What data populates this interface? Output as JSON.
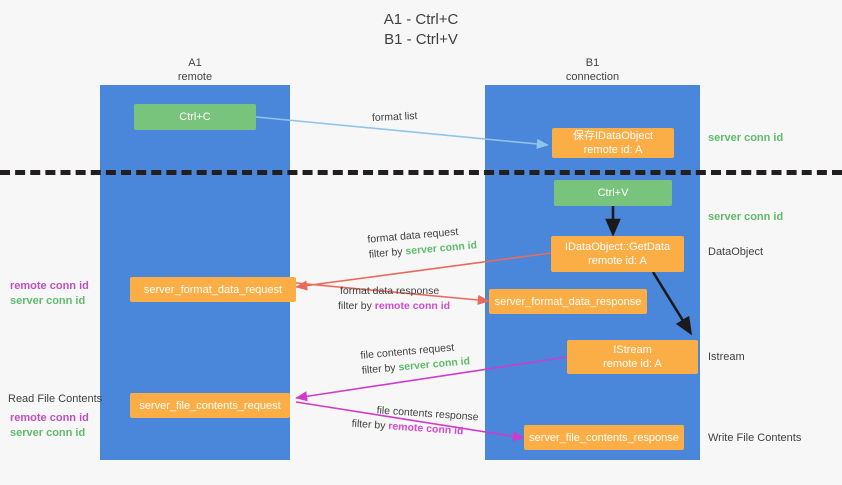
{
  "title": {
    "line1": "A1 - Ctrl+C",
    "line2": "B1 - Ctrl+V"
  },
  "lanes": [
    {
      "id": "a1",
      "name": "A1",
      "role": "remote",
      "color": "#4a86da"
    },
    {
      "id": "b1",
      "name": "B1",
      "role": "connection",
      "color": "#4a86da"
    }
  ],
  "nodes": {
    "ctrl_c": {
      "label": "Ctrl+C",
      "color": "#79c47c"
    },
    "save_idataobject": {
      "line1": "保存IDataObject",
      "line2": "remote id: A",
      "color": "#fbad46"
    },
    "ctrl_v": {
      "label": "Ctrl+V",
      "color": "#79c47c"
    },
    "getdata": {
      "line1": "IDataObject::GetData",
      "line2": "remote id: A",
      "color": "#fbad46"
    },
    "server_format_data_request": {
      "label": "server_format_data_request",
      "color": "#fbad46"
    },
    "server_format_data_response": {
      "label": "server_format_data_response",
      "color": "#fbad46"
    },
    "istream": {
      "line1": "IStream",
      "line2": "remote id: A",
      "color": "#fbad46"
    },
    "server_file_contents_request": {
      "label": "server_file_contents_request",
      "color": "#fbad46"
    },
    "server_file_contents_response": {
      "label": "server_file_contents_response",
      "color": "#fbad46"
    }
  },
  "edges": {
    "format_list": {
      "text": "format list",
      "color": "#8fc4ec"
    },
    "format_data_request": {
      "line1": "format data request",
      "line2_prefix": "filter by ",
      "line2_key": "server conn id",
      "key_color": "#5fbb6a",
      "color": "#ea6a5a"
    },
    "format_data_response": {
      "line1": "format data response",
      "line2_prefix": "filter by ",
      "line2_key": "remote conn id",
      "key_color": "#d04bd0",
      "color": "#ea6a5a"
    },
    "file_contents_request": {
      "line1": "file contents request",
      "line2_prefix": "filter by ",
      "line2_key": "server conn id",
      "key_color": "#5fbb6a",
      "color": "#cc3dcc"
    },
    "file_contents_response": {
      "line1": "file contents response",
      "line2_prefix": "filter by ",
      "line2_key": "remote conn id",
      "key_color": "#d04bd0",
      "color": "#cc3dcc"
    }
  },
  "side_labels": {
    "right_top_server_conn": "server conn id",
    "right_mid_server_conn": "server conn id",
    "right_dataobject": "DataObject",
    "right_istream": "Istream",
    "right_write_file_contents": "Write File Contents",
    "left_remote_conn_1": "remote conn id",
    "left_server_conn_1": "server conn id",
    "left_read_file_contents": "Read File Contents",
    "left_remote_conn_2": "remote conn id",
    "left_server_conn_2": "server conn id"
  },
  "colors": {
    "background": "#f7f7f7",
    "lane": "#4a86da",
    "green_node": "#79c47c",
    "orange_node": "#fbad46",
    "separator": "#231f20",
    "green_text": "#5fbb6a",
    "magenta_text": "#c050c0",
    "red_arrow": "#ea6a5a",
    "magenta_arrow": "#cc3dcc",
    "blue_arrow": "#8fc4ec",
    "black_arrow": "#1a1a1a"
  }
}
